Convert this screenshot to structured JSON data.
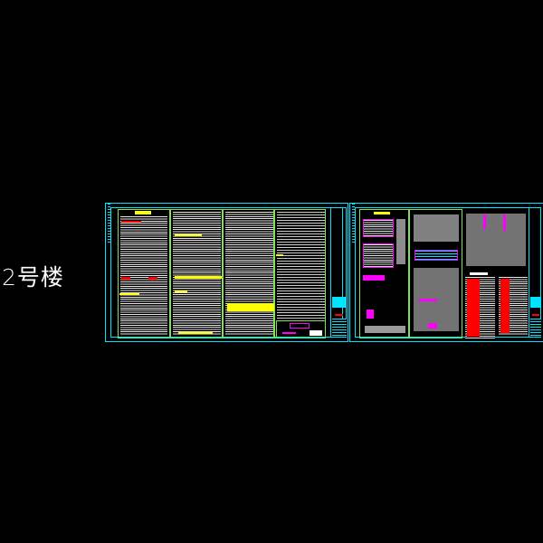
{
  "drawing": {
    "label": "2号楼",
    "sheets": [
      {
        "name": "design-notes-sheet",
        "columns": 4
      },
      {
        "name": "details-sheet",
        "columns": 3
      }
    ],
    "colors": {
      "background": "#000000",
      "frame": "#00e5ff",
      "column_border": "#7fe05a",
      "text": "#ffffff",
      "highlight": "#ffff00",
      "accent_red": "#ff0000",
      "accent_magenta": "#ff00ff"
    }
  }
}
